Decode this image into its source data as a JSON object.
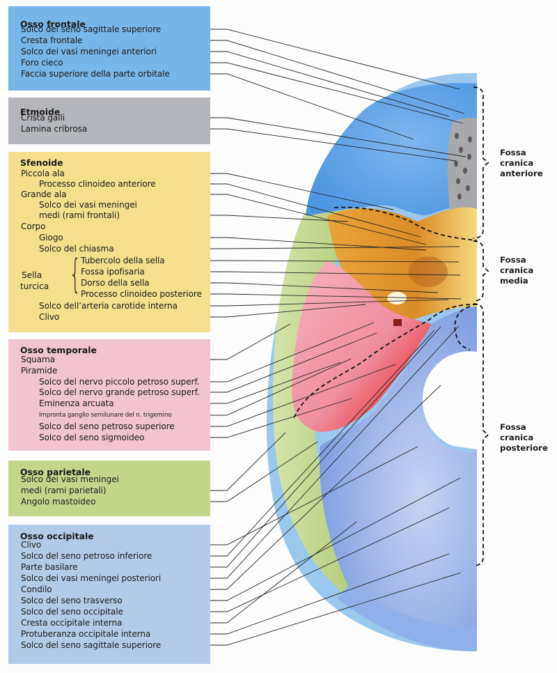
{
  "figure": {
    "subject": "Base cranica interna (vista superiore, metà sinistra)",
    "colors": {
      "frontale": "#76b6e8",
      "etmoide": "#b4b6bc",
      "sfenoide": "#f5df8e",
      "temporale": "#f2c4cf",
      "parietale": "#c4d68a",
      "occipitale": "#b2cbe8",
      "bone_frontal": "#4c95e0",
      "bone_ethmoid": "#a8a9ad",
      "bone_sphenoid": "#e8a43a",
      "bone_sphenoid_light": "#f6d97e",
      "bone_temporal": "#ef8fa0",
      "bone_temporal_dark": "#e94448",
      "bone_parietal": "#a9c66e",
      "bone_occipital": "#7b9be0",
      "leader_line": "#222222"
    }
  },
  "groups": [
    {
      "title": "Osso frontale",
      "items": [
        "Solco del seno sagittale superiore",
        "Cresta frontale",
        "Solco dei vasi meningei anteriori",
        "Foro cieco",
        "Faccia superiore della parte orbitale"
      ]
    },
    {
      "title": "Etmoide",
      "items": [
        "Crista galli",
        "Lamina cribrosa"
      ]
    },
    {
      "title": "Sfenoide",
      "items": [
        "Piccola ala",
        "Processo clinoideo anteriore",
        "Grande ala",
        "Solco dei vasi meningei",
        "medi (rami frontali)",
        "Corpo",
        "Giogo",
        "Solco del chiasma",
        "Tubercolo della sella",
        "Fossa ipofisaria",
        "Dorso della sella",
        "Processo clinoideo posteriore",
        "Solco dell’arteria carotide interna",
        "Clivo"
      ],
      "brace_label_1": "Sella",
      "brace_label_2": "turcica"
    },
    {
      "title": "Osso temporale",
      "items": [
        "Squama",
        "Piramide",
        "Solco del nervo piccolo petroso superf.",
        "Solco del nervo grande petroso superf.",
        "Eminenza arcuata",
        "Impronta ganglio semilunare del n. trigemino",
        "Solco del seno petroso superiore",
        "Solco del seno sigmoideo"
      ]
    },
    {
      "title": "Osso parietale",
      "items": [
        "Solco dei vasi meningei",
        "medi (rami parietali)",
        "Angolo mastoideo"
      ]
    },
    {
      "title": "Osso occipitale",
      "items": [
        "Clivo",
        "Solco del seno petroso inferiore",
        "Parte basilare",
        "Solco dei vasi meningei posteriori",
        "Condilo",
        "Solco del seno trasverso",
        "Solco del seno occipitale",
        "Cresta occipitale interna",
        "Protuberanza occipitale interna",
        "Solco del seno sagittale superiore"
      ]
    }
  ],
  "regions": [
    {
      "line1": "Fossa",
      "line2": "cranica",
      "line3": "anteriore"
    },
    {
      "line1": "Fossa",
      "line2": "cranica",
      "line3": "media"
    },
    {
      "line1": "Fossa",
      "line2": "cranica",
      "line3": "posteriore"
    }
  ]
}
